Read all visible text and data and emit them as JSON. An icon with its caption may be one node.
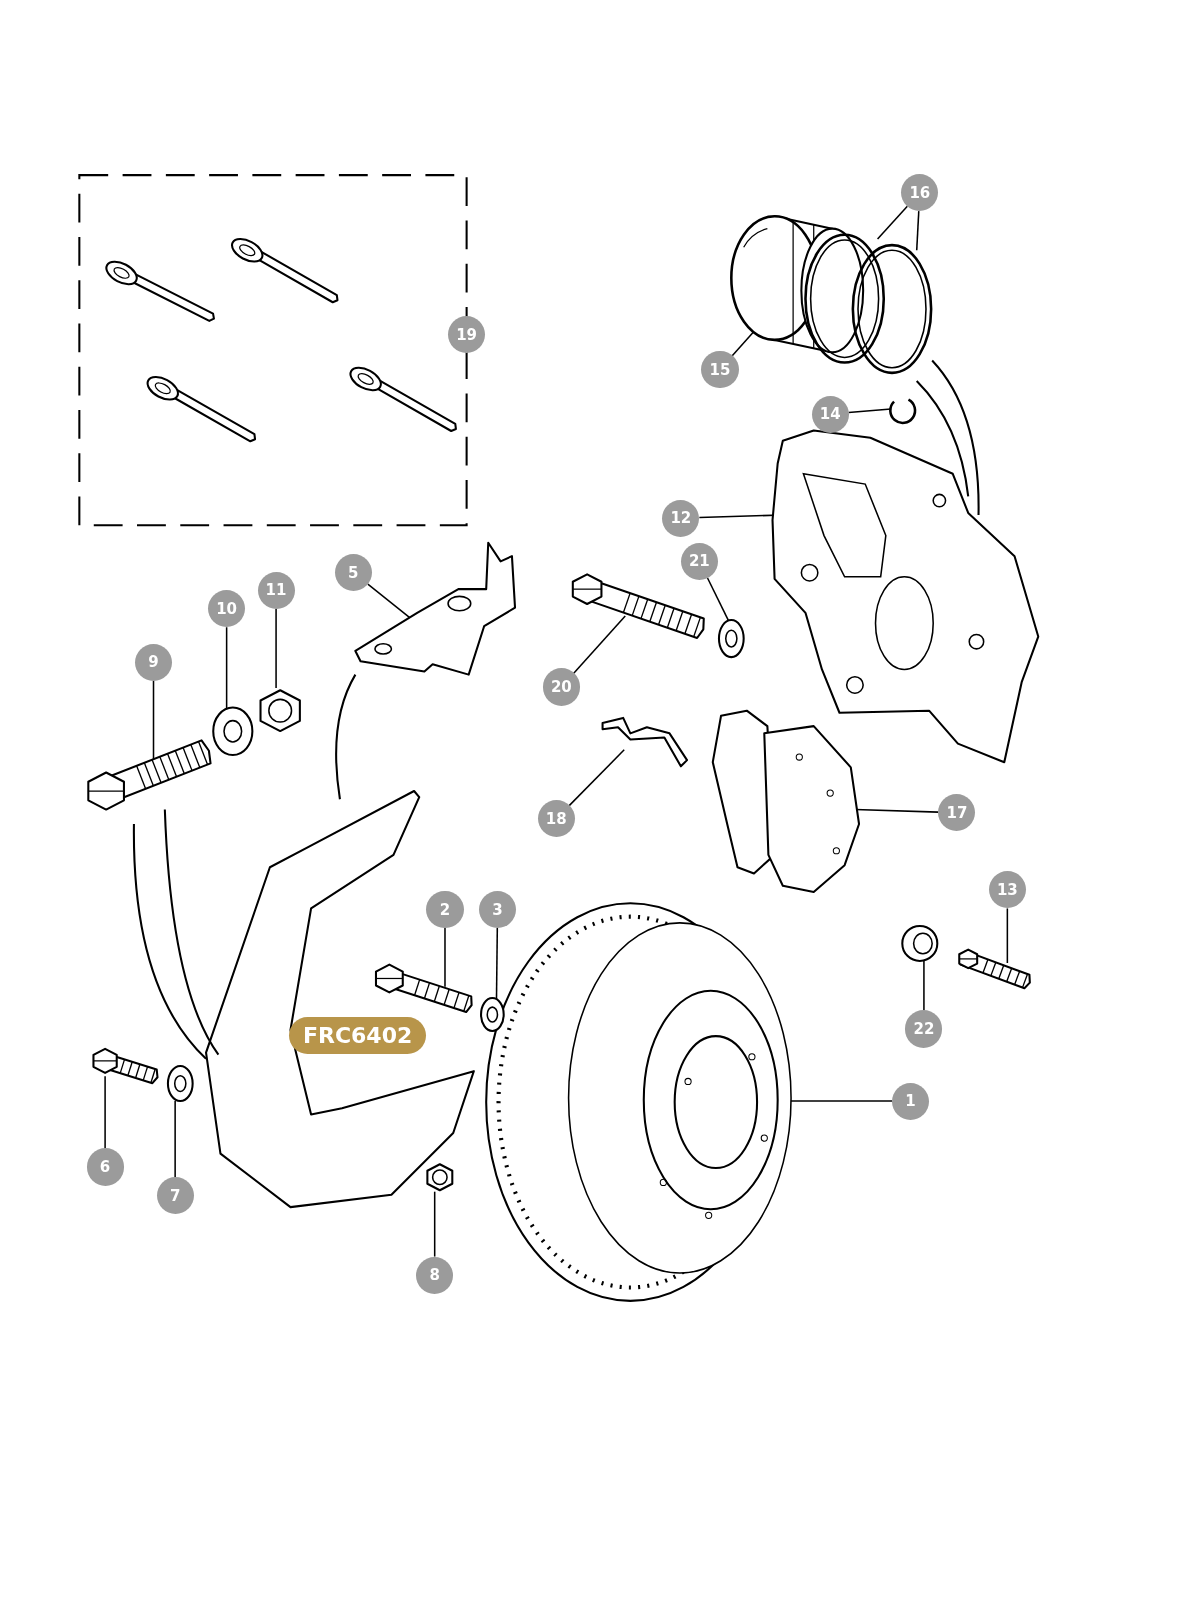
{
  "diagram": {
    "nodes": [
      {
        "text": [
          "1"
        ]
      },
      {
        "text": [],
        "shape": "picture"
      },
      {
        "text": [
          "2"
        ]
      },
      {
        "text": [],
        "shape": "picture"
      },
      {
        "text": [
          "3"
        ]
      },
      {
        "text": [],
        "shape": "picture"
      },
      {
        "text": [
          "5"
        ]
      },
      {
        "text": [],
        "shape": "picture"
      },
      {
        "text": [
          "6"
        ]
      },
      {
        "text": [],
        "shape": "picture"
      },
      {
        "text": [
          "7"
        ]
      },
      {
        "text": [],
        "shape": "picture"
      },
      {
        "text": [
          "8"
        ]
      },
      {
        "text": [],
        "shape": "picture"
      },
      {
        "text": [
          "9"
        ]
      },
      {
        "text": [],
        "shape": "picture"
      },
      {
        "text": [
          "10"
        ]
      },
      {
        "text": [],
        "shape": "picture"
      },
      {
        "text": [
          "11"
        ]
      },
      {
        "text": [],
        "shape": "picture"
      },
      {
        "text": [
          "12"
        ]
      },
      {
        "text": [],
        "shape": "picture"
      },
      {
        "text": [
          "13"
        ]
      },
      {
        "text": [],
        "shape": "picture"
      },
      {
        "text": [
          "14"
        ]
      },
      {
        "text": [],
        "shape": "picture"
      },
      {
        "text": [
          "15"
        ]
      },
      {
        "text": [],
        "shape": "picture"
      },
      {
        "text": [
          "16"
        ]
      },
      {
        "text": [],
        "shape": "picture"
      },
      {
        "text": [],
        "shape": "picture"
      },
      {
        "text": [
          "17"
        ]
      },
      {
        "text": [],
        "shape": "picture"
      },
      {
        "text": [
          "18"
        ]
      },
      {
        "text": [],
        "shape": "picture"
      },
      {
        "text": [
          "20"
        ]
      },
      {
        "text": [],
        "shape": "picture"
      },
      {
        "text": [
          "21"
        ]
      },
      {
        "text": [],
        "shape": "picture"
      },
      {
        "text": [
          "22"
        ]
      },
      {
        "text": [],
        "shape": "picture"
      },
      {
        "text": [
          "19"
        ]
      }
    ],
    "edges": [
      {
        "from": 0,
        "to": 1,
        "arrow": "none"
      },
      {
        "from": 2,
        "to": 3,
        "arrow": "none"
      },
      {
        "from": 4,
        "to": 5,
        "arrow": "none"
      },
      {
        "from": 6,
        "to": 7,
        "arrow": "none"
      },
      {
        "from": 8,
        "to": 9,
        "arrow": "none"
      },
      {
        "from": 10,
        "to": 11,
        "arrow": "none"
      },
      {
        "from": 12,
        "to": 13,
        "arrow": "none"
      },
      {
        "from": 14,
        "to": 15,
        "arrow": "none"
      },
      {
        "from": 16,
        "to": 17,
        "arrow": "none"
      },
      {
        "from": 18,
        "to": 19,
        "arrow": "none"
      },
      {
        "from": 20,
        "to": 21,
        "arrow": "none"
      },
      {
        "from": 22,
        "to": 23,
        "arrow": "none"
      },
      {
        "from": 24,
        "to": 25,
        "arrow": "none"
      },
      {
        "from": 26,
        "to": 27,
        "arrow": "none"
      },
      {
        "from": 28,
        "to": 29,
        "arrow": "none"
      },
      {
        "from": 28,
        "to": 30,
        "arrow": "none"
      },
      {
        "from": 31,
        "to": 32,
        "arrow": "none"
      },
      {
        "from": 33,
        "to": 34,
        "arrow": "none"
      },
      {
        "from": 35,
        "to": 36,
        "arrow": "none"
      },
      {
        "from": 37,
        "to": 38,
        "arrow": "none"
      },
      {
        "from": 39,
        "to": 40,
        "arrow": "none"
      }
    ],
    "labels": [
      "FRC6402"
    ]
  }
}
